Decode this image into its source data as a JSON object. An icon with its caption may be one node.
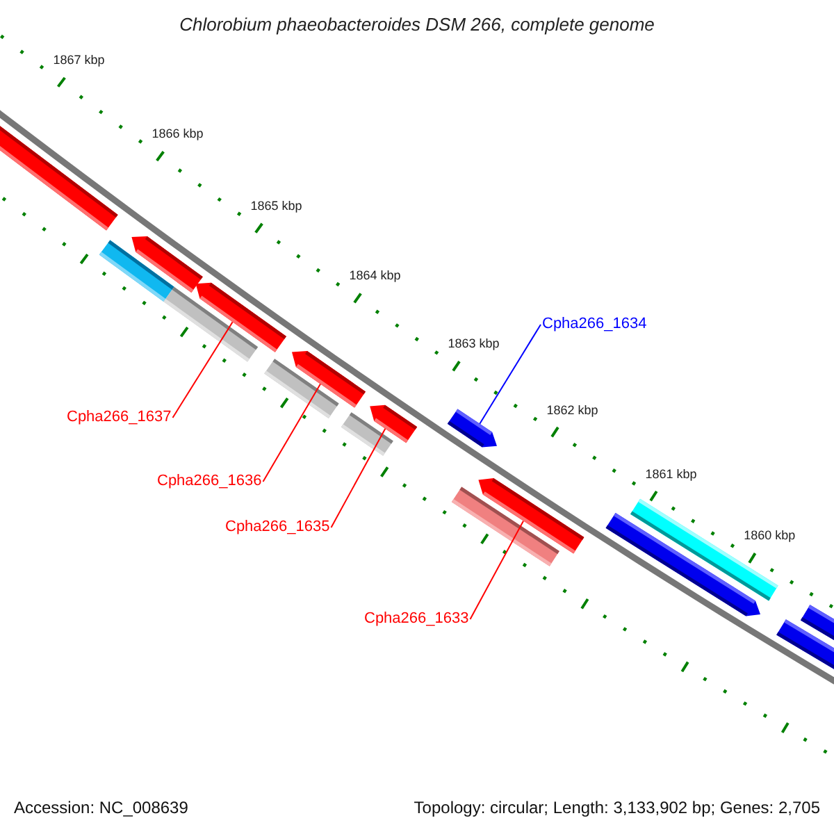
{
  "diagram": {
    "title": "Chlorobium phaeobacteroides DSM 266, complete genome",
    "nodes": [
      {
        "text": [
          "Cpha266_1634"
        ]
      },
      {
        "text": [
          "Cpha266_1637"
        ]
      },
      {
        "text": [
          "Cpha266_1636"
        ]
      },
      {
        "text": [
          "Cpha266_1635"
        ]
      },
      {
        "text": [
          "Cpha266_1633"
        ]
      },
      {
        "text": [],
        "shape": "bar"
      },
      {
        "text": [],
        "shape": "bar"
      },
      {
        "text": [],
        "shape": "bar"
      },
      {
        "text": [],
        "shape": "bar"
      },
      {
        "text": [],
        "shape": "bar"
      },
      {
        "text": [],
        "shape": "bar"
      },
      {
        "text": [],
        "shape": "bar"
      },
      {
        "text": [],
        "shape": "bar"
      },
      {
        "text": [],
        "shape": "bar"
      },
      {
        "text": [],
        "shape": "bar"
      },
      {
        "text": [],
        "shape": "bar"
      },
      {
        "text": [],
        "shape": "bar"
      },
      {
        "text": [],
        "shape": "bar"
      },
      {
        "text": [],
        "shape": "bar"
      },
      {
        "text": [],
        "shape": "bar"
      },
      {
        "text": [],
        "shape": "bar"
      }
    ],
    "edges": [
      {
        "from": 0,
        "to": 14,
        "arrow": "none",
        "color": "#0000ff"
      },
      {
        "from": 1,
        "to": 9,
        "arrow": "none"
      },
      {
        "from": 2,
        "to": 11,
        "arrow": "none"
      },
      {
        "from": 3,
        "to": 13,
        "arrow": "none"
      },
      {
        "from": 4,
        "to": 16,
        "arrow": "none"
      }
    ],
    "labels": [
      "1867 kbp",
      "1866 kbp",
      "1865 kbp",
      "1864 kbp",
      "1863 kbp",
      "1862 kbp",
      "1861 kbp",
      "1860 kbp",
      "Accession: NC_008639",
      "Topology: circular; Length: 3,133,902 bp; Genes: 2,705"
    ]
  }
}
